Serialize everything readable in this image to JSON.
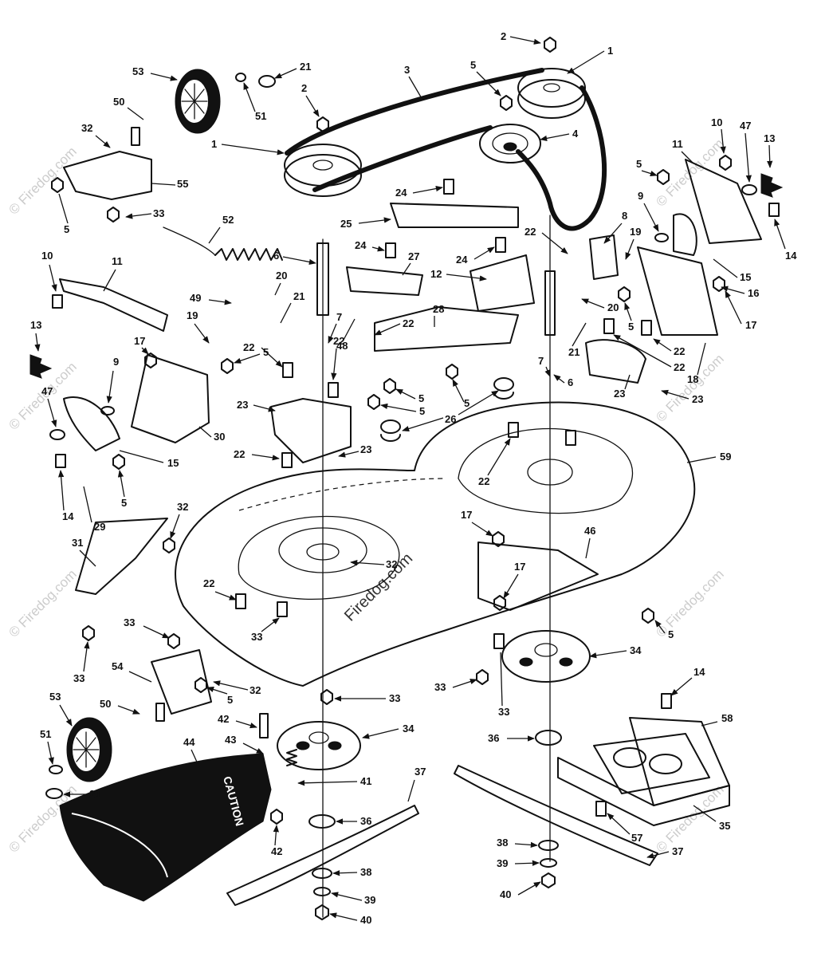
{
  "watermark": {
    "text": "© Firedog.com",
    "center_text": "Firedog.com"
  },
  "diagram": {
    "caution_label": "CAUTION",
    "callouts": [
      "1",
      "2",
      "3",
      "4",
      "5",
      "6",
      "7",
      "8",
      "9",
      "10",
      "11",
      "12",
      "13",
      "14",
      "15",
      "16",
      "17",
      "18",
      "19",
      "20",
      "21",
      "22",
      "23",
      "24",
      "25",
      "26",
      "27",
      "28",
      "29",
      "30",
      "31",
      "32",
      "33",
      "34",
      "35",
      "36",
      "37",
      "38",
      "39",
      "40",
      "41",
      "42",
      "43",
      "44",
      "46",
      "47",
      "48",
      "49",
      "50",
      "51",
      "52",
      "53",
      "54",
      "55",
      "57",
      "58",
      "59"
    ]
  }
}
